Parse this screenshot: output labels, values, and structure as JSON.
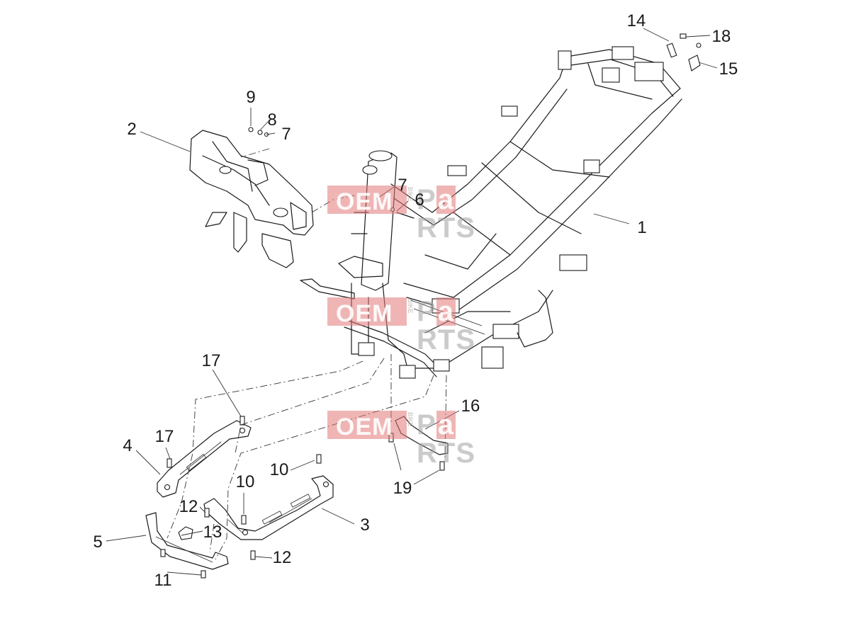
{
  "watermark": {
    "oem": "OEM",
    "bike": "BIKE",
    "parts_prefix": "P",
    "parts_highlight": "a",
    "parts_suffix": "RTS"
  },
  "callouts": [
    {
      "id": "c1",
      "text": "1"
    },
    {
      "id": "c2",
      "text": "2"
    },
    {
      "id": "c3",
      "text": "3"
    },
    {
      "id": "c4",
      "text": "4"
    },
    {
      "id": "c5",
      "text": "5"
    },
    {
      "id": "c6",
      "text": "6"
    },
    {
      "id": "c7a",
      "text": "7"
    },
    {
      "id": "c7b",
      "text": "7"
    },
    {
      "id": "c8",
      "text": "8"
    },
    {
      "id": "c9",
      "text": "9"
    },
    {
      "id": "c10a",
      "text": "10"
    },
    {
      "id": "c10b",
      "text": "10"
    },
    {
      "id": "c11",
      "text": "11"
    },
    {
      "id": "c12a",
      "text": "12"
    },
    {
      "id": "c12b",
      "text": "12"
    },
    {
      "id": "c13",
      "text": "13"
    },
    {
      "id": "c14",
      "text": "14"
    },
    {
      "id": "c15",
      "text": "15"
    },
    {
      "id": "c16",
      "text": "16"
    },
    {
      "id": "c17a",
      "text": "17"
    },
    {
      "id": "c17b",
      "text": "17"
    },
    {
      "id": "c18",
      "text": "18"
    },
    {
      "id": "c19",
      "text": "19"
    }
  ]
}
